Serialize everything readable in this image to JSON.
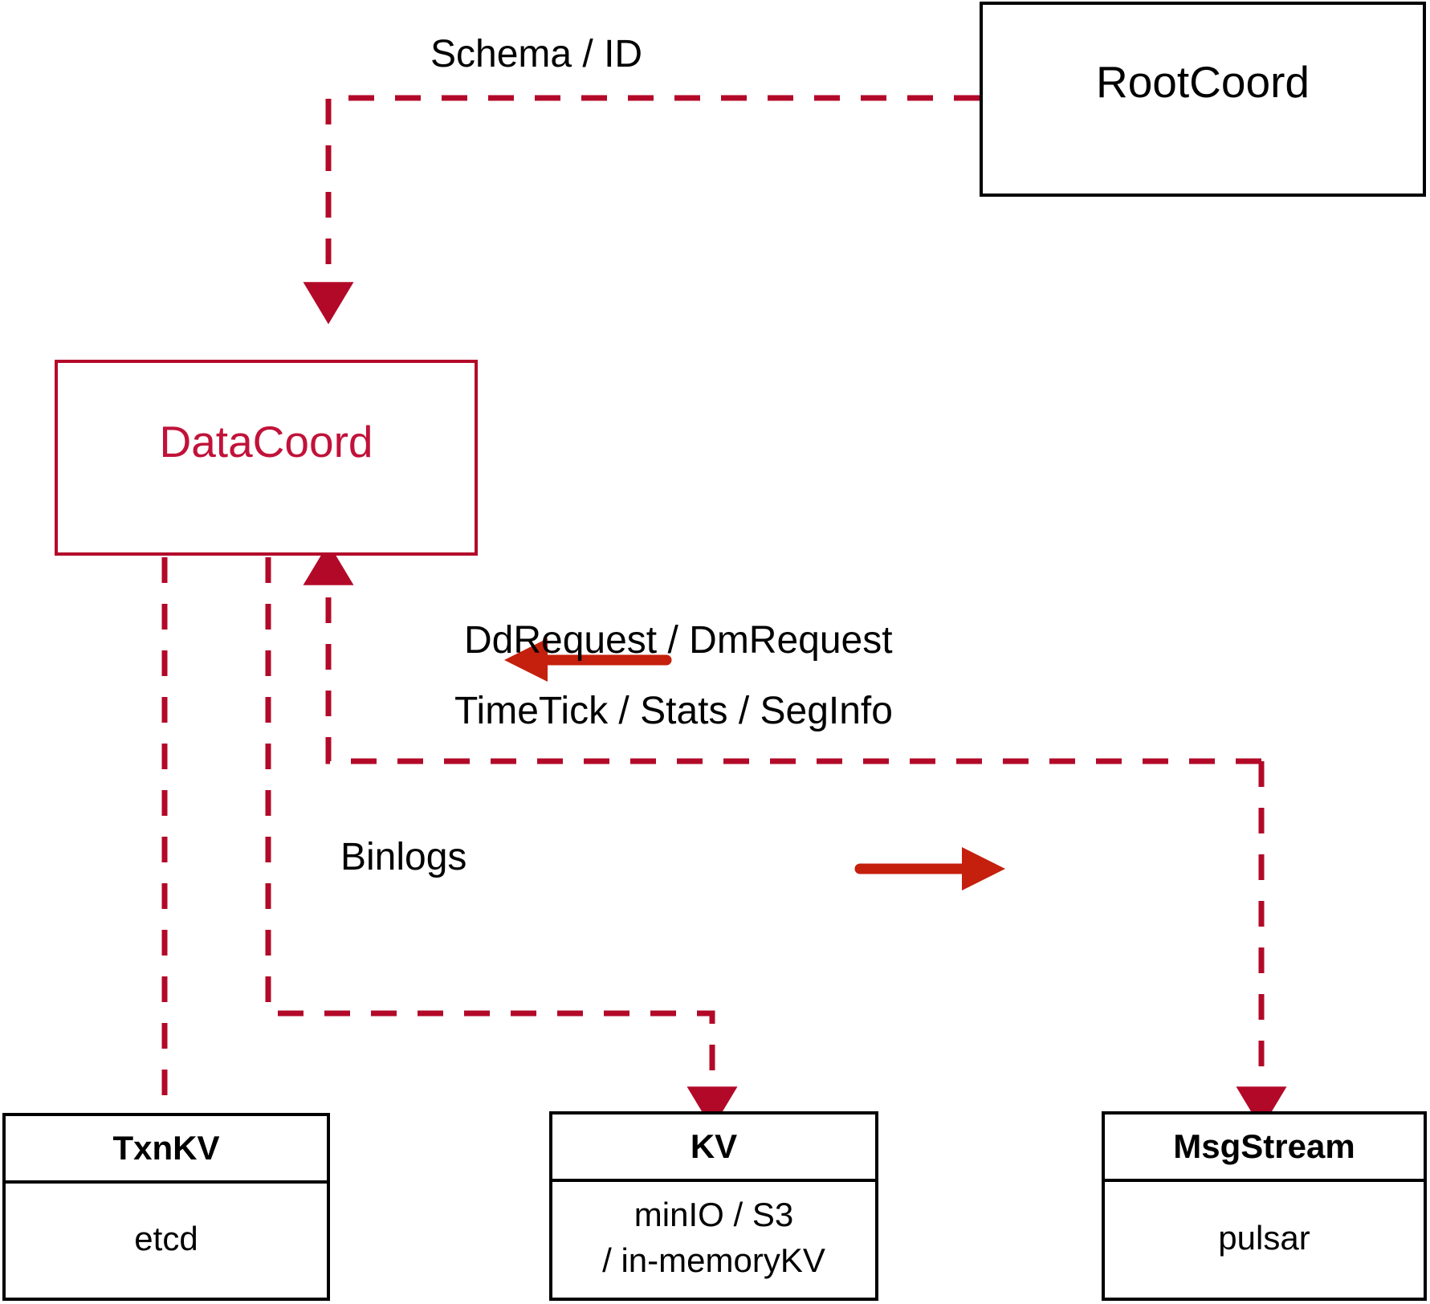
{
  "diagram": {
    "title": "DataCoord architecture",
    "colors": {
      "accent_red": "#b30929",
      "arrow_red": "#c4200d",
      "node_text_red": "#c1123a",
      "black": "#000000",
      "background": "#ffffff"
    },
    "nodes": [
      {
        "id": "rootcoord",
        "label": "RootCoord",
        "style": "black-box"
      },
      {
        "id": "datacoord",
        "label": "DataCoord",
        "style": "red-box"
      },
      {
        "id": "txnkv",
        "label": "TxnKV",
        "sub": [
          "etcd"
        ],
        "style": "black-stacked"
      },
      {
        "id": "kv",
        "label": "KV",
        "sub": [
          "minIO / S3",
          "/ in-memoryKV"
        ],
        "style": "black-stacked"
      },
      {
        "id": "msgstream",
        "label": "MsgStream",
        "sub": [
          "pulsar"
        ],
        "style": "black-stacked"
      }
    ],
    "edge_labels": {
      "schema_id": "Schema / ID",
      "dd_dm_request": "DdRequest / DmRequest",
      "timetick_stats_seginfo": "TimeTick / Stats / SegInfo",
      "binlogs": "Binlogs"
    },
    "edges": [
      {
        "from": "rootcoord",
        "to": "datacoord",
        "label": "Schema / ID",
        "style": "dashed",
        "arrow": "down"
      },
      {
        "from": "msgstream",
        "to": "datacoord",
        "label": "DdRequest / DmRequest",
        "style": "solid-arrow",
        "arrow": "left"
      },
      {
        "from": "datacoord",
        "to": "msgstream",
        "label": "TimeTick / Stats / SegInfo",
        "style": "solid-arrow",
        "arrow": "right"
      },
      {
        "from": "datacoord",
        "to": "txnkv",
        "label": "",
        "style": "dashed",
        "arrow": "none"
      },
      {
        "from": "datacoord",
        "to": "kv",
        "label": "Binlogs",
        "style": "dashed",
        "arrow": "down"
      },
      {
        "from": "datacoord",
        "to": "msgstream",
        "label": "",
        "style": "dashed",
        "arrow": "down"
      }
    ]
  }
}
